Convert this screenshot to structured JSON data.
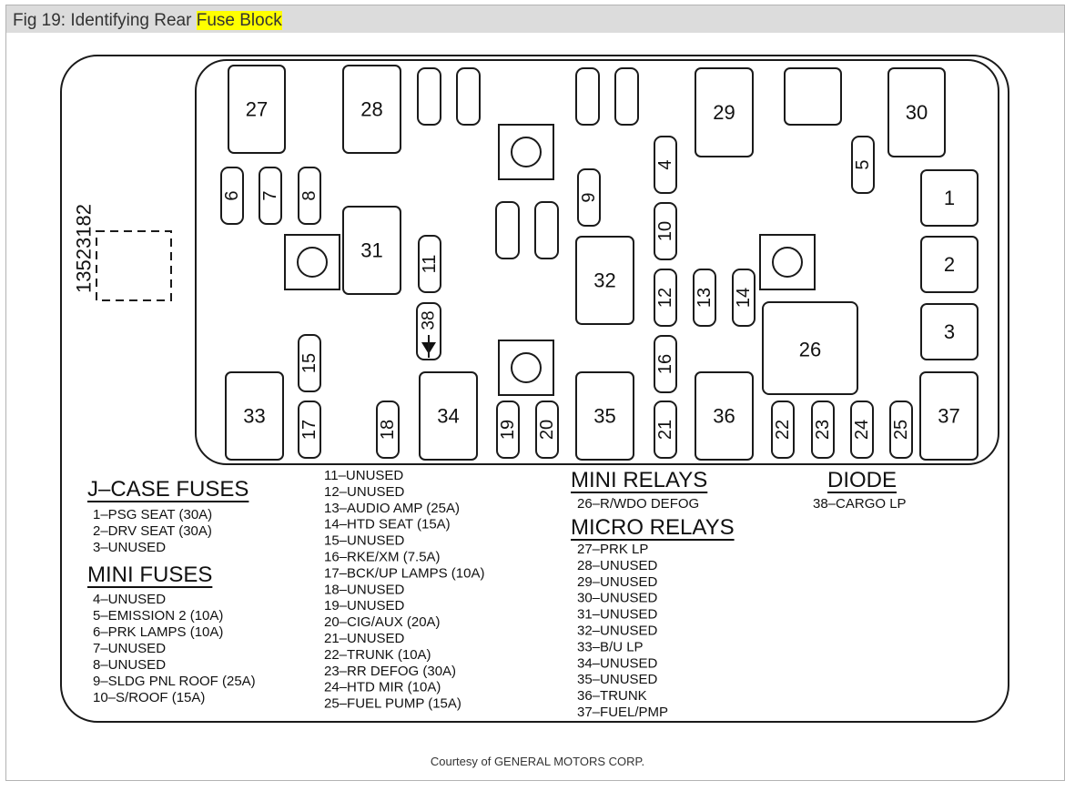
{
  "header": {
    "title_prefix": "Fig 19: Identifying Rear ",
    "title_highlight": "Fuse Block"
  },
  "part_number": "13523182",
  "fuse_block": {
    "relays_large": [
      "27",
      "28",
      "29",
      "30",
      "31",
      "32",
      "33",
      "34",
      "35",
      "36",
      "37"
    ],
    "mini_relay": "26",
    "jcase": [
      "1",
      "2",
      "3"
    ],
    "mini_fuses": [
      "4",
      "5",
      "6",
      "7",
      "8",
      "9",
      "10",
      "11",
      "12",
      "13",
      "14",
      "15",
      "16",
      "17",
      "18",
      "19",
      "20",
      "21",
      "22",
      "23",
      "24",
      "25"
    ],
    "diode": "38"
  },
  "legend": {
    "jcase": {
      "heading": "J–CASE FUSES",
      "items": [
        "1–PSG SEAT (30A)",
        "2–DRV SEAT (30A)",
        "3–UNUSED"
      ]
    },
    "mini_fuses": {
      "heading": "MINI FUSES",
      "items": [
        "4–UNUSED",
        "5–EMISSION 2 (10A)",
        "6–PRK LAMPS (10A)",
        "7–UNUSED",
        "8–UNUSED",
        "9–SLDG PNL ROOF (25A)",
        "10–S/ROOF (15A)"
      ]
    },
    "mini_fuses_cont": {
      "items": [
        "11–UNUSED",
        "12–UNUSED",
        "13–AUDIO AMP (25A)",
        "14–HTD SEAT (15A)",
        "15–UNUSED",
        "16–RKE/XM (7.5A)",
        "17–BCK/UP LAMPS (10A)",
        "18–UNUSED",
        "19–UNUSED",
        "20–CIG/AUX (20A)",
        "21–UNUSED",
        "22–TRUNK (10A)",
        "23–RR DEFOG (30A)",
        "24–HTD MIR (10A)",
        "25–FUEL PUMP (15A)"
      ]
    },
    "mini_relays": {
      "heading": "MINI RELAYS",
      "items": [
        "26–R/WDO DEFOG"
      ]
    },
    "micro_relays": {
      "heading": "MICRO RELAYS",
      "items": [
        "27–PRK LP",
        "28–UNUSED",
        "29–UNUSED",
        "30–UNUSED",
        "31–UNUSED",
        "32–UNUSED",
        "33–B/U LP",
        "34–UNUSED",
        "35–UNUSED",
        "36–TRUNK",
        "37–FUEL/PMP"
      ]
    },
    "diode": {
      "heading": "DIODE",
      "items": [
        "38–CARGO LP"
      ]
    }
  },
  "footer": {
    "credit": "Courtesy of GENERAL MOTORS CORP."
  }
}
